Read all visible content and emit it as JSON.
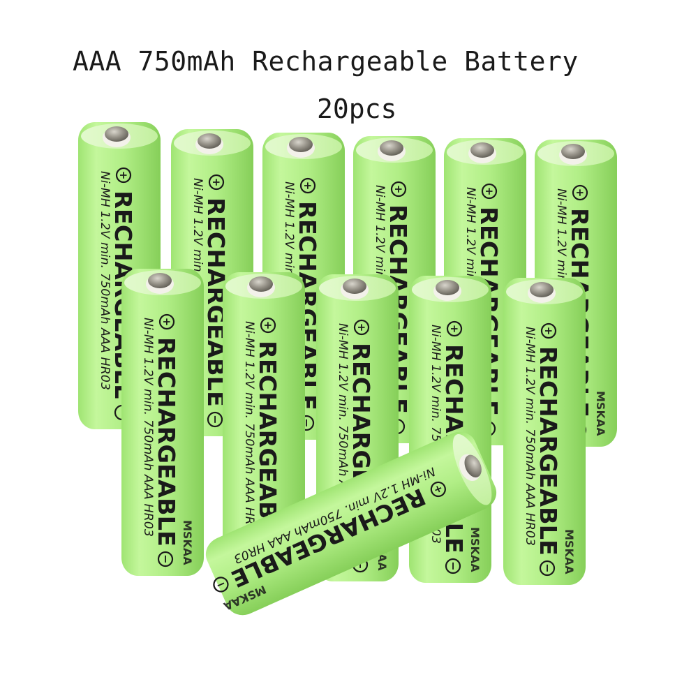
{
  "header": {
    "title": "AAA 750mAh Rechargeable Battery",
    "quantity": "20pcs"
  },
  "battery_label": {
    "main": "RECHARGEABLE",
    "spec_line1": "Ni-MH 1.2V min.",
    "spec_line2": "750mAh AAA HR03",
    "brand": "MSKAA",
    "plus_symbol": "+",
    "minus_symbol": "−"
  },
  "colors": {
    "background": "#ffffff",
    "battery_green": "#b4f08a",
    "battery_green_dark": "#8fd864",
    "terminal_metal": "#8a877f",
    "text_dark": "#1a1a1a"
  }
}
